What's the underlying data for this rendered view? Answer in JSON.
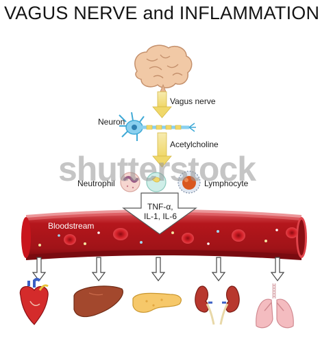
{
  "title": "VAGUS NERVE and INFLAMMATION",
  "labels": {
    "vagus_nerve": "Vagus nerve",
    "neuron": "Neuron",
    "acetylcholine": "Acetylcholine",
    "neutrophil": "Neutrophil",
    "lymphocyte": "Lymphocyte",
    "cytokines_line1": "TNF-α,",
    "cytokines_line2": "IL-1, IL-6",
    "bloodstream": "Bloodstream"
  },
  "organs": [
    "heart-icon",
    "liver-icon",
    "pancreas-icon",
    "kidneys-icon",
    "lungs-icon"
  ],
  "watermark": "shutterstock",
  "colors": {
    "vessel": "#b5161c",
    "vessel_dark": "#8a0f14",
    "arrow_yellow": "#f4e28a",
    "brain": "#f1c9a6",
    "rbc": "#c9141c"
  }
}
